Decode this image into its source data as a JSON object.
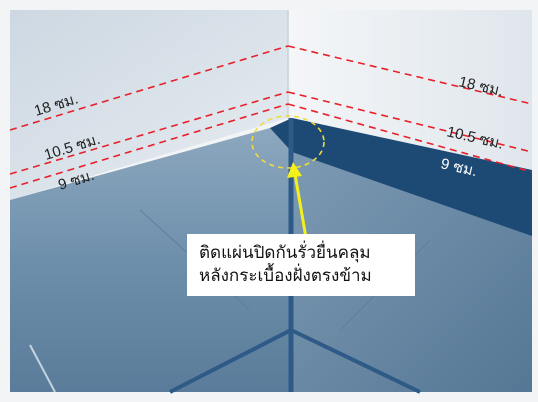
{
  "labels": {
    "left_18": "18 ซม.",
    "left_105": "10.5 ซม.",
    "left_9": "9 ซม.",
    "right_18": "18 ซม.",
    "right_105": "10.5 ซม.",
    "right_9": "9 ซม."
  },
  "callout": {
    "line1": "ติดแผ่นปิดกันรั่วยื่นคลุม",
    "line2": "หลังกระเบื้องฝั่งตรงข้าม"
  },
  "colors": {
    "dashed_line": "#e8202a",
    "arrow": "#f3f01c",
    "ellipse": "#f0dc3a",
    "wall_light": "#e9eef3",
    "tile_blue": "#1f4a72"
  }
}
